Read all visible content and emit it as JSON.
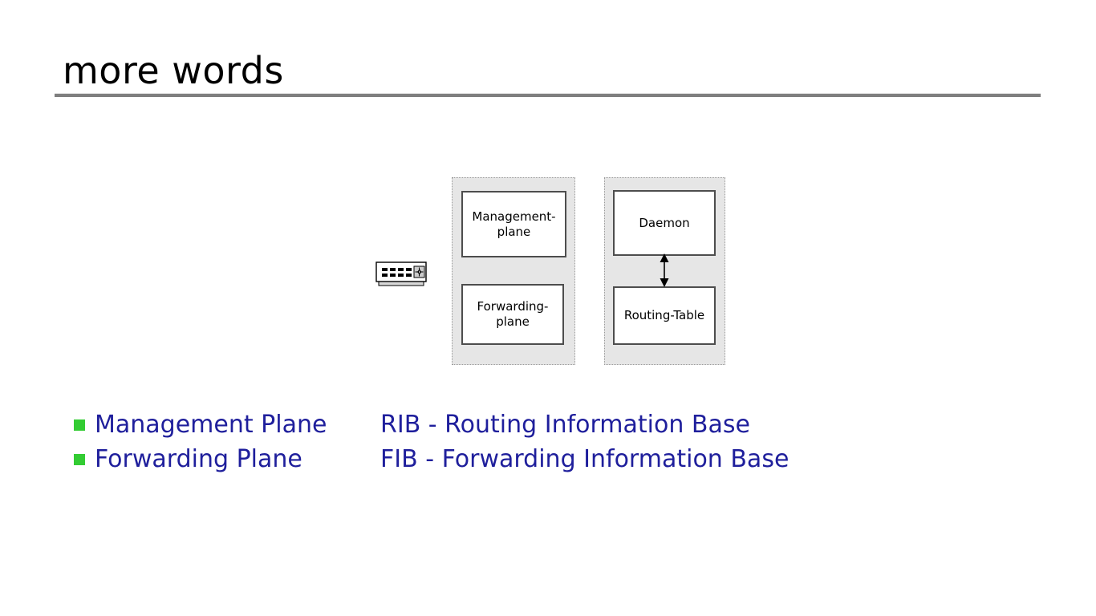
{
  "slide": {
    "title": "more words",
    "title_color": "#000000",
    "rule_color": "#7f7f7f",
    "background": "#ffffff"
  },
  "diagram": {
    "device_icon": "network-switch-icon",
    "containers": [
      {
        "name": "planes-container",
        "fill": "#e6e6e6",
        "border": "#9a9a9a",
        "boxes": [
          {
            "label": "Management-\nplane",
            "line1": "Management-",
            "line2": "plane"
          },
          {
            "label": "Forwarding-\nplane",
            "line1": "Forwarding-",
            "line2": "plane"
          }
        ]
      },
      {
        "name": "routing-container",
        "fill": "#e6e6e6",
        "border": "#9a9a9a",
        "boxes": [
          {
            "label": "Daemon",
            "line1": "Daemon",
            "line2": ""
          },
          {
            "label": "Routing-Table",
            "line1": "Routing-Table",
            "line2": ""
          }
        ]
      }
    ],
    "connector": {
      "name": "bidirectional-arrow",
      "from": "Daemon",
      "to": "Routing-Table",
      "style": "double-headed-vertical",
      "color": "#000000"
    }
  },
  "bullets": {
    "marker_color": "#33cc33",
    "text_color": "#1f1f9c",
    "planes": [
      {
        "label": "Management Plane"
      },
      {
        "label": "Forwarding Plane"
      }
    ],
    "acronyms": [
      {
        "label": "RIB - Routing Information Base"
      },
      {
        "label": "FIB - Forwarding Information Base"
      }
    ]
  }
}
